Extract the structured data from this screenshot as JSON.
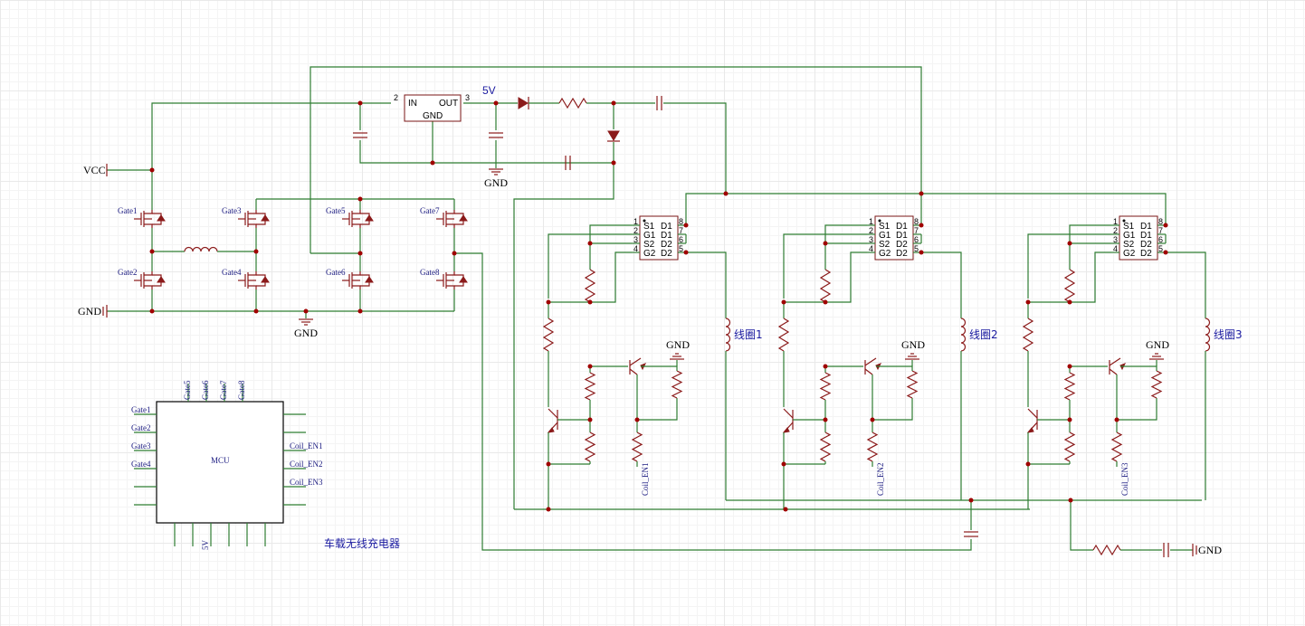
{
  "title": "车载无线充电器",
  "power": {
    "vcc": "VCC",
    "gnd_left": "GND",
    "gnd_bridge": "GND",
    "gnd_reg": "GND",
    "five_v": "5V",
    "gnd_right": "GND"
  },
  "regulator": {
    "in_label": "IN",
    "out_label": "OUT",
    "gnd_label": "GND",
    "pin_in": "2",
    "pin_out": "3"
  },
  "gates": [
    "Gate1",
    "Gate2",
    "Gate3",
    "Gate4",
    "Gate5",
    "Gate6",
    "Gate7",
    "Gate8"
  ],
  "mcu": {
    "label": "MCU",
    "top_pins": [
      "Gate5",
      "Gate6",
      "Gate7",
      "Gate8"
    ],
    "left_pins": [
      "Gate1",
      "Gate2",
      "Gate3",
      "Gate4"
    ],
    "right_pins": [
      "Coil_EN1",
      "Coil_EN2",
      "Coil_EN3"
    ],
    "bottom_pin": "5V"
  },
  "dual_mos": {
    "pin_left": [
      "1",
      "2",
      "3",
      "4"
    ],
    "pin_right": [
      "8",
      "7",
      "6",
      "5"
    ],
    "names_left": [
      "S1",
      "G1",
      "S2",
      "G2"
    ],
    "names_right": [
      "D1",
      "D1",
      "D2",
      "D2"
    ]
  },
  "stages": [
    {
      "coil": "线圈1",
      "en": "Coil_EN1",
      "gnd": "GND"
    },
    {
      "coil": "线圈2",
      "en": "Coil_EN2",
      "gnd": "GND"
    },
    {
      "coil": "线圈3",
      "en": "Coil_EN3",
      "gnd": "GND"
    }
  ]
}
